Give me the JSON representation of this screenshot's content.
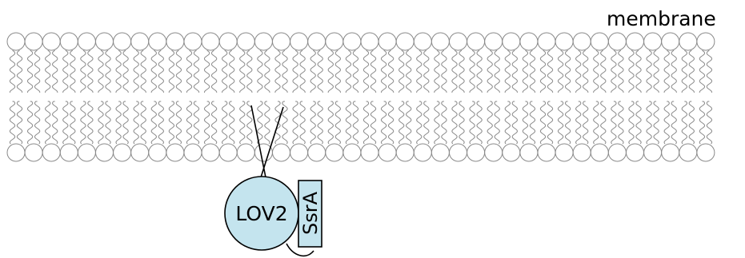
{
  "labels": {
    "membrane": "membrane",
    "protein": "LOV2",
    "tag": "SsrA"
  },
  "colors": {
    "protein_fill": "#c4e4ee",
    "tag_fill": "#c4e4ee",
    "lipid_outline": "#8a8a8a",
    "stroke": "#000000"
  },
  "membrane": {
    "lipid_count": 40
  }
}
